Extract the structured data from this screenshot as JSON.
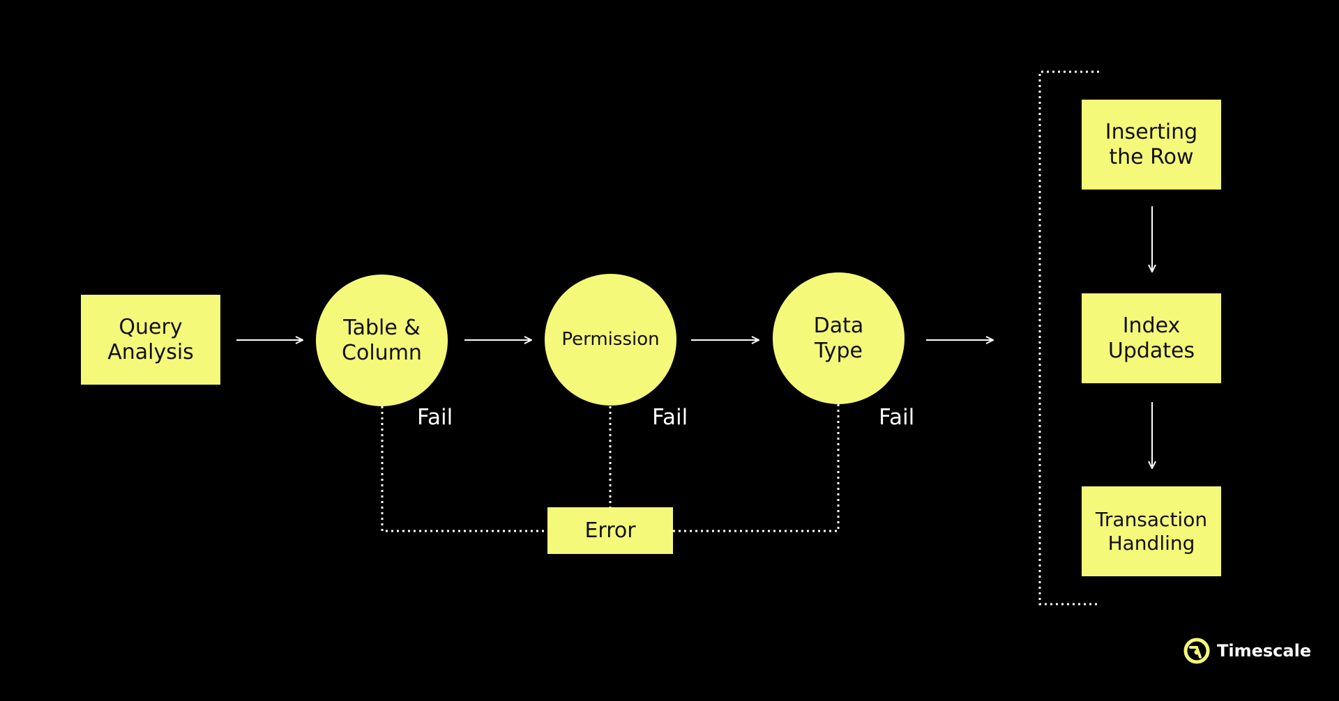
{
  "colors": {
    "background": "#000000",
    "node_fill": "#F5F97A",
    "node_text": "#111111",
    "line": "#FFFFFF"
  },
  "nodes": {
    "query_analysis": [
      "Query",
      "Analysis"
    ],
    "table_column": [
      "Table &",
      "Column"
    ],
    "permission": [
      "Permission"
    ],
    "data_type": [
      "Data",
      "Type"
    ],
    "error": [
      "Error"
    ],
    "inserting_row": [
      "Inserting",
      "the Row"
    ],
    "index_updates": [
      "Index",
      "Updates"
    ],
    "transaction_handling": [
      "Transaction",
      "Handling"
    ]
  },
  "fail_labels": [
    "Fail",
    "Fail",
    "Fail"
  ],
  "brand": {
    "name": "Timescale",
    "icon": "timescale-logo-icon"
  }
}
